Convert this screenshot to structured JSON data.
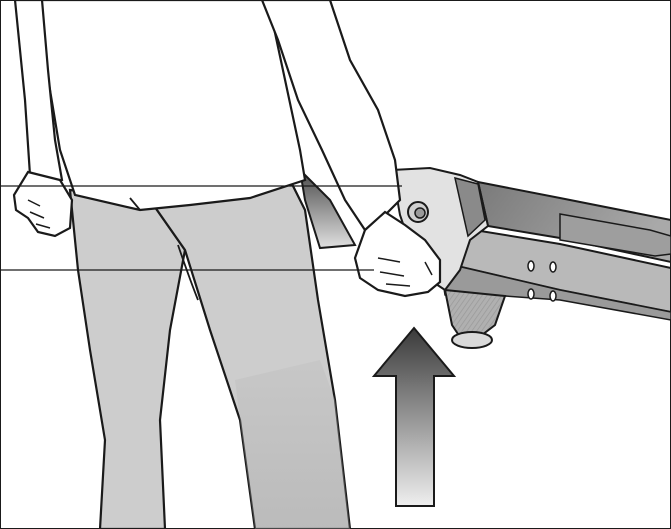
{
  "illustration": {
    "title": "",
    "subject": "person-lifting-machine",
    "callout_lines": 2,
    "arrow_direction": "up"
  },
  "colors": {
    "outline": "#1a1a1a",
    "pants_fill": "#cfcfcf",
    "skin_fill": "#ffffff",
    "machine_light": "#b8b8b8",
    "machine_mid": "#8d8d8d",
    "machine_dark": "#5b5b5b",
    "arrow_top": "#3a3a3a",
    "arrow_bottom": "#e6e6e6"
  }
}
